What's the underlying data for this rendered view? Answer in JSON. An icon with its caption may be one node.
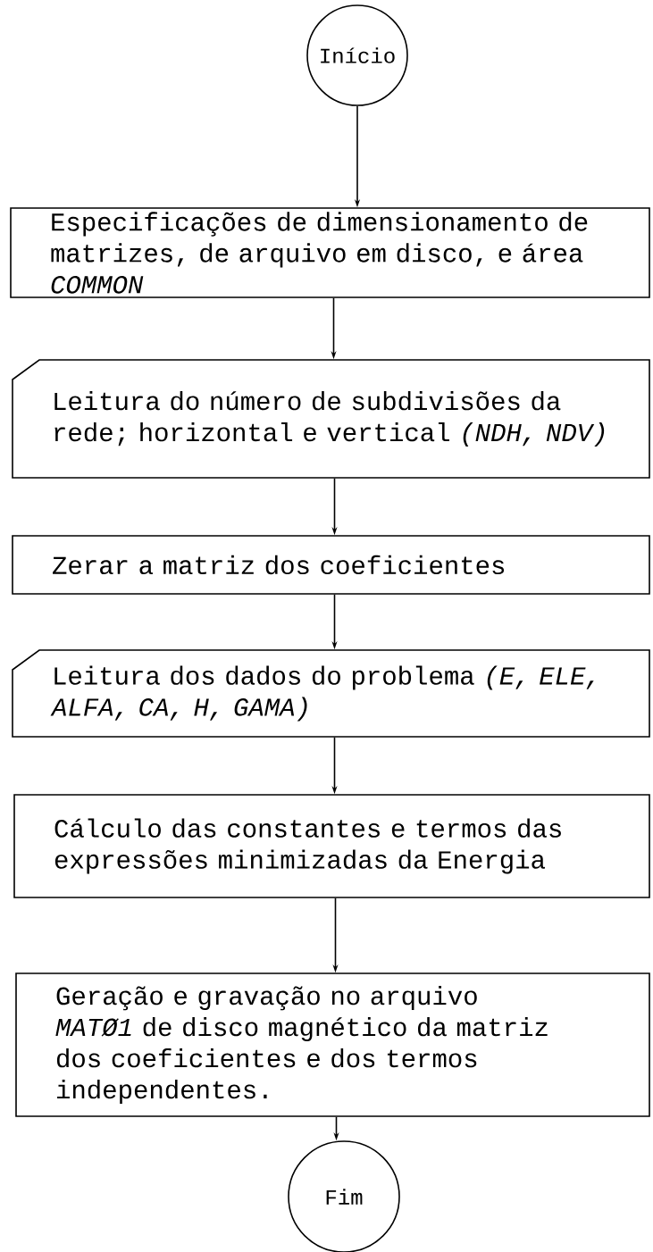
{
  "diagram": {
    "nodes": [
      {
        "text": [
          "Início"
        ]
      },
      {
        "text": [
          "Especificações de dimensionamento de matrizes, de arquivo em disco, e área *COMMON*"
        ]
      },
      {
        "text": [
          "Leitura do número de subdivisões da rede; horizontal e vertical *(NDH, NDV)*"
        ]
      },
      {
        "text": [
          "Zerar a matriz dos coeficientes"
        ]
      },
      {
        "text": [
          "Leitura dos dados do problema *(E, ELE, ALFA, CA, H, GAMA)*"
        ]
      },
      {
        "text": [
          "Cálculo das constantes e termos das expressões minimizadas da Energia"
        ]
      },
      {
        "text": [
          "Geração e gravação no arquivo *MATØ1* de disco magnético da matriz dos coeficientes e dos termos independentes."
        ]
      },
      {
        "text": [
          "Fim"
        ]
      }
    ],
    "edges": [
      {
        "from": 0,
        "to": 1,
        "arrow": "to"
      },
      {
        "from": 1,
        "to": 2,
        "arrow": "to"
      },
      {
        "from": 2,
        "to": 3,
        "arrow": "to"
      },
      {
        "from": 3,
        "to": 4,
        "arrow": "to"
      },
      {
        "from": 4,
        "to": 5,
        "arrow": "to"
      },
      {
        "from": 5,
        "to": 6,
        "arrow": "to"
      },
      {
        "from": 6,
        "to": 7,
        "arrow": "to"
      }
    ]
  }
}
